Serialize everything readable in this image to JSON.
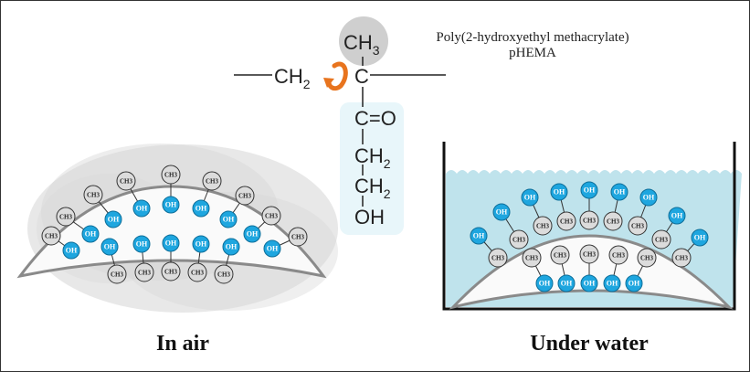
{
  "polymer": {
    "name": "Poly(2-hydroxyethyl methacrylate)",
    "abbreviation": "pHEMA",
    "methyl": "CH",
    "methyl_sub": "3",
    "backbone_ch2": "CH",
    "backbone_ch2_sub": "2",
    "backbone_c": "C",
    "carbonyl": "C=O",
    "side_ch2_a": "CH",
    "side_ch2_a_sub": "2",
    "side_ch2_b": "CH",
    "side_ch2_b_sub": "2",
    "hydroxyl": "OH"
  },
  "groups": {
    "methyl_label": "CH3",
    "hydroxyl_label": "OH"
  },
  "panels": {
    "left_label": "In air",
    "right_label": "Under water"
  },
  "colors": {
    "hydroxyl_fill": "#1ea6df",
    "methyl_fill": "#dcdcdc",
    "water": "#bfe3ec",
    "air_cloud": "#d6d6d6",
    "rotation_arrow": "#e8741e"
  }
}
